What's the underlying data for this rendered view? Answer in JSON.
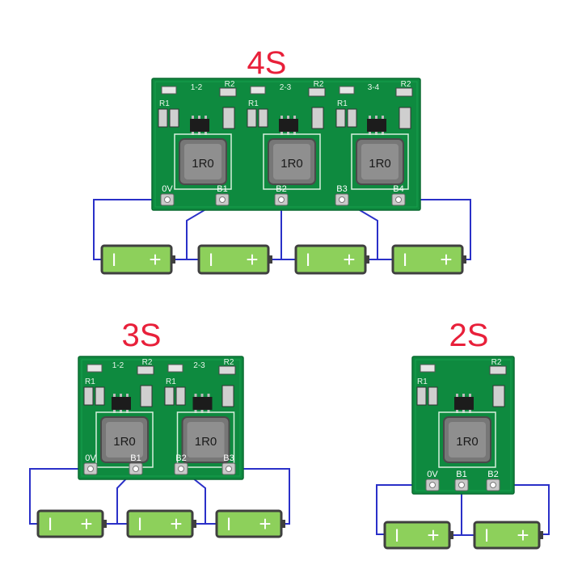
{
  "colors": {
    "title": "#e8203a",
    "pcb": "#0e8a3f",
    "pcb_light": "#16a04c",
    "wire": "#2a30c8",
    "battery_fill": "#8dd05b",
    "battery_outline": "#3f3f3f",
    "inductor": "#777777"
  },
  "configs": [
    {
      "id": "4s",
      "title": "4S",
      "silk": [
        "1-2",
        "R2",
        "2-3",
        "R2",
        "3-4",
        "R2",
        "R1",
        "R1",
        "R1"
      ],
      "inductor_label": "1R0",
      "pins": [
        "0V",
        "B1",
        "B2",
        "B3",
        "B4"
      ],
      "batteries": [
        {
          "neg": "I",
          "pos": "+"
        },
        {
          "neg": "I",
          "pos": "+"
        },
        {
          "neg": "I",
          "pos": "+"
        },
        {
          "neg": "I",
          "pos": "+"
        }
      ]
    },
    {
      "id": "3s",
      "title": "3S",
      "silk": [
        "1-2",
        "R2",
        "2-3",
        "R2",
        "R1",
        "R1"
      ],
      "inductor_label": "1R0",
      "pins": [
        "0V",
        "B1",
        "B2",
        "B3"
      ],
      "batteries": [
        {
          "neg": "I",
          "pos": "+"
        },
        {
          "neg": "I",
          "pos": "+"
        },
        {
          "neg": "I",
          "pos": "+"
        }
      ]
    },
    {
      "id": "2s",
      "title": "2S",
      "silk": [
        "R2",
        "R1"
      ],
      "inductor_label": "1R0",
      "pins": [
        "0V",
        "B1",
        "B2"
      ],
      "batteries": [
        {
          "neg": "I",
          "pos": "+"
        },
        {
          "neg": "I",
          "pos": "+"
        }
      ]
    }
  ]
}
